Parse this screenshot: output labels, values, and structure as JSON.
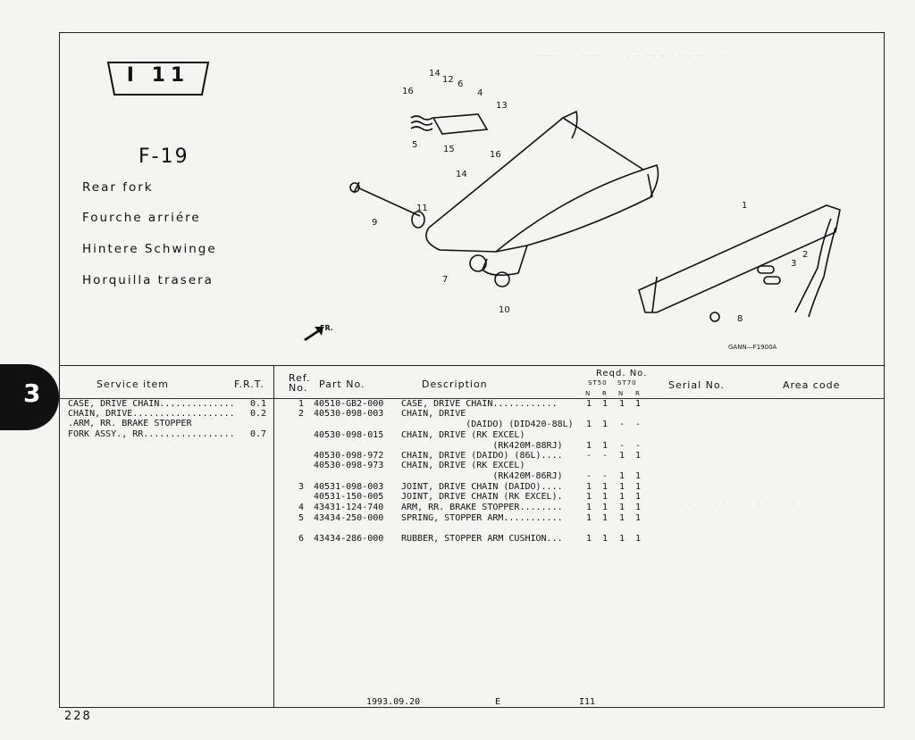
{
  "header": {
    "badge": "I 11",
    "figure": "F-19",
    "titles": [
      "Rear fork",
      "Fourche arriére",
      "Hintere Schwinge",
      "Horquilla trasera"
    ]
  },
  "section_number": "3",
  "diagram": {
    "callouts": [
      "14",
      "12",
      "6",
      "4",
      "16",
      "13",
      "5",
      "15",
      "16",
      "14",
      "11",
      "9",
      "7",
      "10",
      "1",
      "2",
      "3",
      "8"
    ],
    "code": "GANN—F1900A",
    "front_label": "FR."
  },
  "table": {
    "headers": {
      "service_item": "Service item",
      "frt": "F.R.T.",
      "ref_no": "Ref. No.",
      "part_no": "Part No.",
      "description": "Description",
      "reqd_no": "Reqd. No.",
      "model_a": "ST50",
      "model_b": "ST70",
      "qty_cols": [
        "N",
        "R",
        "N",
        "R"
      ],
      "serial_no": "Serial No.",
      "area_code": "Area code"
    },
    "service_items": [
      {
        "item": "CASE, DRIVE CHAIN..............",
        "frt": "0.1"
      },
      {
        "item": "CHAIN, DRIVE...................",
        "frt": "0.2"
      },
      {
        "item": ".ARM, RR. BRAKE STOPPER",
        "frt": ""
      },
      {
        "item": "FORK ASSY., RR.................",
        "frt": "0.7"
      }
    ],
    "parts": [
      {
        "ref": "1",
        "part_no": "40510-GB2-000",
        "desc": "CASE, DRIVE CHAIN............",
        "qty": [
          "1",
          "1",
          "1",
          "1"
        ]
      },
      {
        "ref": "2",
        "part_no": "40530-098-003",
        "desc": "CHAIN, DRIVE",
        "qty": [
          "",
          "",
          "",
          ""
        ]
      },
      {
        "ref": "",
        "part_no": "",
        "desc": "            (DAIDO) (DID420-88L)",
        "qty": [
          "1",
          "1",
          "-",
          "-"
        ]
      },
      {
        "ref": "",
        "part_no": "40530-098-015",
        "desc": "CHAIN, DRIVE (RK EXCEL)",
        "qty": [
          "",
          "",
          "",
          ""
        ]
      },
      {
        "ref": "",
        "part_no": "",
        "desc": "                 (RK420M-88RJ)",
        "qty": [
          "1",
          "1",
          "-",
          "-"
        ]
      },
      {
        "ref": "",
        "part_no": "40530-098-972",
        "desc": "CHAIN, DRIVE (DAIDO) (86L)....",
        "qty": [
          "-",
          "-",
          "1",
          "1"
        ]
      },
      {
        "ref": "",
        "part_no": "40530-098-973",
        "desc": "CHAIN, DRIVE (RK EXCEL)",
        "qty": [
          "",
          "",
          "",
          ""
        ]
      },
      {
        "ref": "",
        "part_no": "",
        "desc": "                 (RK420M-86RJ)",
        "qty": [
          "-",
          "-",
          "1",
          "1"
        ]
      },
      {
        "ref": "3",
        "part_no": "40531-098-003",
        "desc": "JOINT, DRIVE CHAIN (DAIDO)....",
        "qty": [
          "1",
          "1",
          "1",
          "1"
        ]
      },
      {
        "ref": "",
        "part_no": "40531-150-005",
        "desc": "JOINT, DRIVE CHAIN (RK EXCEL).",
        "qty": [
          "1",
          "1",
          "1",
          "1"
        ]
      },
      {
        "ref": "4",
        "part_no": "43431-124-740",
        "desc": "ARM, RR. BRAKE STOPPER........",
        "qty": [
          "1",
          "1",
          "1",
          "1"
        ]
      },
      {
        "ref": "5",
        "part_no": "43434-250-000",
        "desc": "SPRING, STOPPER ARM...........",
        "qty": [
          "1",
          "1",
          "1",
          "1"
        ]
      },
      {
        "ref": "6",
        "part_no": "43434-286-000",
        "desc": "RUBBER, STOPPER ARM CUSHION...",
        "qty": [
          "1",
          "1",
          "1",
          "1"
        ]
      }
    ]
  },
  "footer": {
    "date": "1993.09.20",
    "lang": "E",
    "code": "I11"
  },
  "page_number": "228"
}
